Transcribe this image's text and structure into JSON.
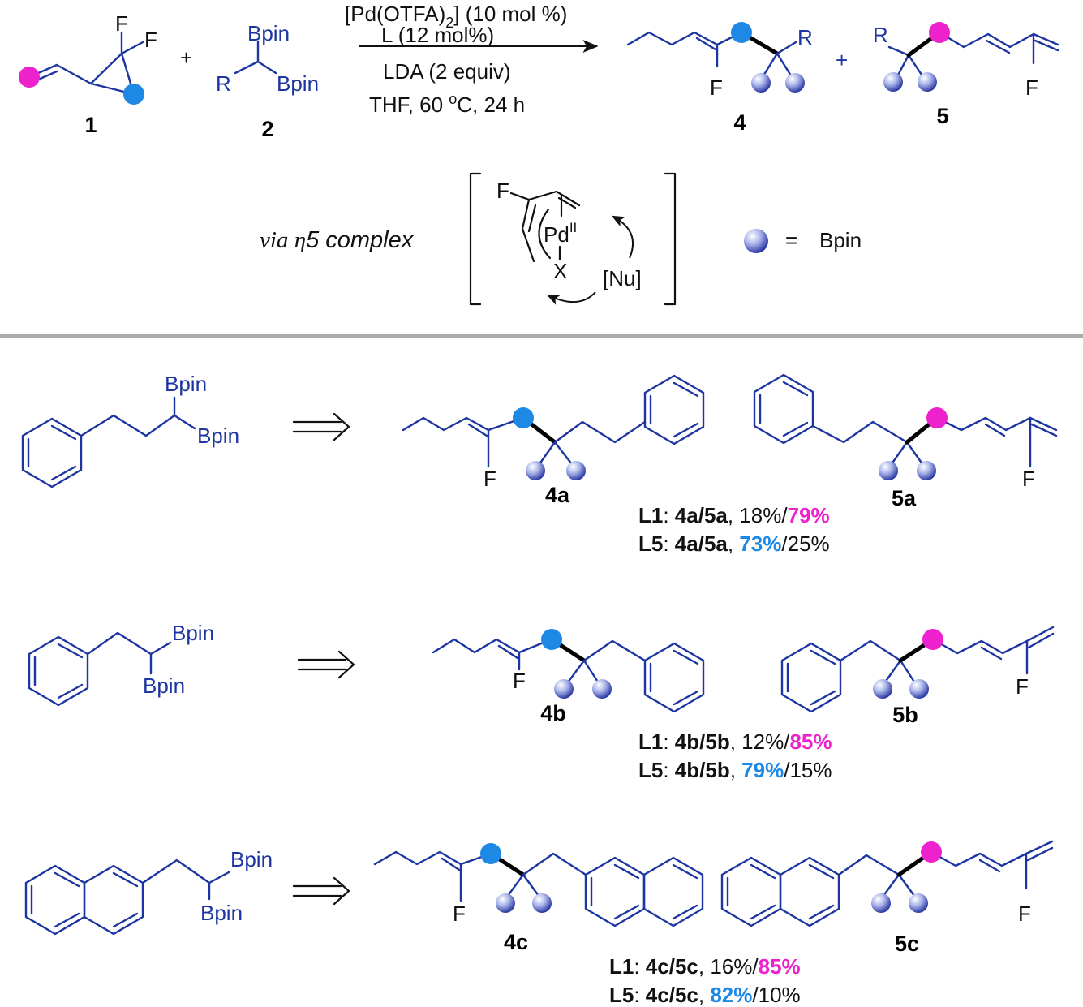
{
  "colors": {
    "structure": "#1c35a0",
    "text": "#111111",
    "magenta_site": "#ee22cc",
    "blue_site": "#1e88e5",
    "separator": "#aaaaaa"
  },
  "general": {
    "cmpd1": "1",
    "cmpd2": "2",
    "cmpd4": "4",
    "cmpd5": "5",
    "plus": "+",
    "R": "R",
    "F": "F",
    "Bpin": "Bpin",
    "conditions": {
      "line1_main": "[Pd(OTFA)",
      "line1_sub": "2",
      "line1_rest": "] (10 mol %)",
      "line2": "L  (12 mol%)",
      "line3": "LDA (2 equiv)",
      "line4_pre": "THF, 60 ",
      "line4_sup": "o",
      "line4_post": "C, 24 h"
    }
  },
  "mechanism": {
    "via": "via ",
    "eta": "η",
    "complex": "5 complex",
    "pd": "Pd",
    "pd_ox": "II",
    "x": "X",
    "nu": "[Nu]",
    "F": "F"
  },
  "legend": {
    "equals": "=",
    "label": "Bpin"
  },
  "examples": [
    {
      "sub": "a",
      "label4": "4a",
      "label5": "5a",
      "r1_lig": "L1",
      "r1_pair": "4a/5a",
      "r1_v4": "18%",
      "r1_sep": "/",
      "r1_v5": "79%",
      "r2_lig": "L5",
      "r2_pair": "4a/5a",
      "r2_v4": "73%",
      "r2_sep": "/",
      "r2_v5": "25%"
    },
    {
      "sub": "b",
      "label4": "4b",
      "label5": "5b",
      "r1_lig": "L1",
      "r1_pair": "4b/5b",
      "r1_v4": "12%",
      "r1_sep": "/",
      "r1_v5": "85%",
      "r2_lig": "L5",
      "r2_pair": "4b/5b",
      "r2_v4": "79%",
      "r2_sep": "/",
      "r2_v5": "15%"
    },
    {
      "sub": "c",
      "label4": "4c",
      "label5": "5c",
      "r1_lig": "L1",
      "r1_pair": "4c/5c",
      "r1_v4": "16%",
      "r1_sep": "/",
      "r1_v5": "85%",
      "r2_lig": "L5",
      "r2_pair": "4c/5c",
      "r2_v4": "82%",
      "r2_sep": "/",
      "r2_v5": "10%"
    }
  ],
  "punct": {
    "colon": ": ",
    "comma": ", "
  }
}
